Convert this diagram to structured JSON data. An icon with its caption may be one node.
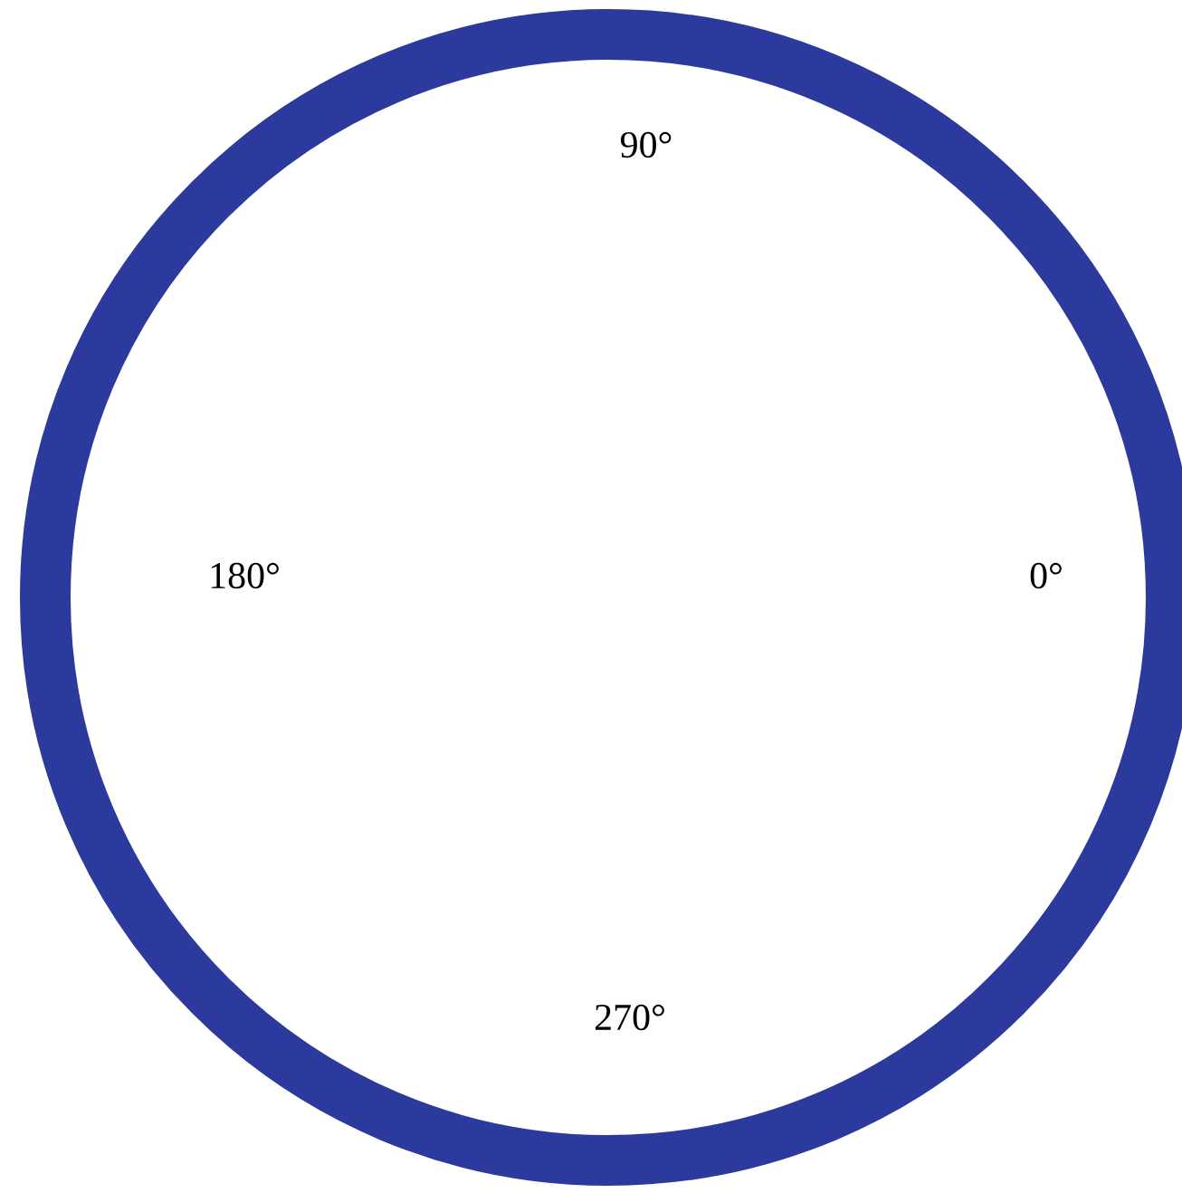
{
  "diagram": {
    "labels": [
      "90°",
      "180°",
      "0°",
      "270°"
    ]
  }
}
